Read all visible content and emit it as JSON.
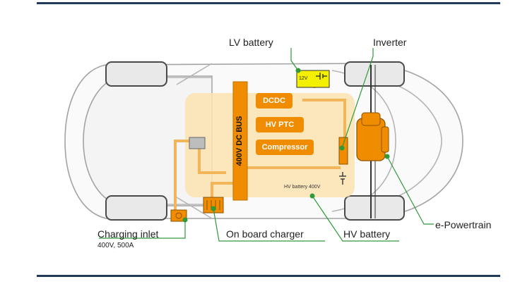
{
  "labels": {
    "lv_battery": "LV battery",
    "inverter": "Inverter",
    "e_powertrain": "e-Powertrain",
    "hv_battery": "HV battery",
    "on_board_charger": "On board charger",
    "charging_inlet": "Charging inlet",
    "charging_inlet_spec": "400V, 500A"
  },
  "components": {
    "dc_bus": "400V DC BUS",
    "dcdc": "DCDC",
    "hv_ptc": "HV PTC",
    "compressor": "Compressor",
    "lv_voltage": "12V",
    "hv_battery_voltage": "HV battery 400V"
  },
  "colors": {
    "rule": "#1f3a5a",
    "component_orange": "#f08c00",
    "battery_fill": "#fbe3b0",
    "lv_battery_fill": "#f4f000",
    "leader_green": "#2f9a3a",
    "car_outline": "#9a9a9a"
  }
}
